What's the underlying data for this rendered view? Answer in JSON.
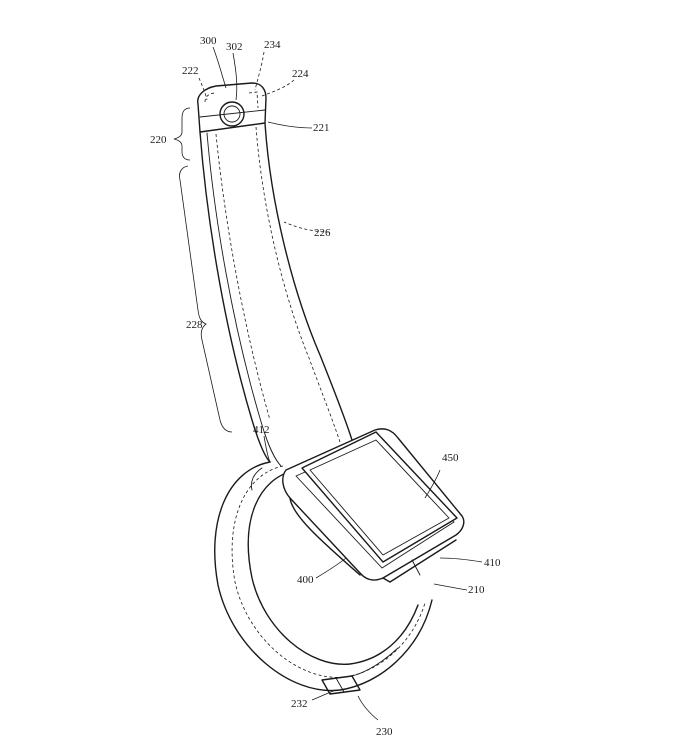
{
  "labels": {
    "l300": "300",
    "l302": "302",
    "l234": "234",
    "l222": "222",
    "l224": "224",
    "l220": "220",
    "l221": "221",
    "l226": "226",
    "l228": "228",
    "l412": "412",
    "l450": "450",
    "l410": "410",
    "l400": "400",
    "l210": "210",
    "l232": "232",
    "l230": "230"
  }
}
